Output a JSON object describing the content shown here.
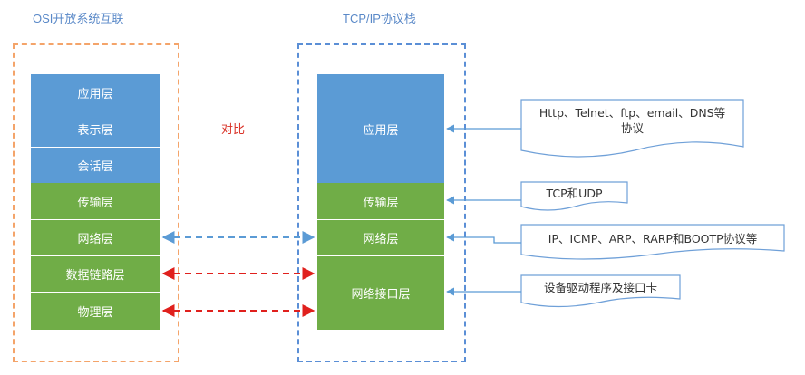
{
  "osi": {
    "title": "OSI开放系统互联",
    "layers": [
      "应用层",
      "表示层",
      "会话层",
      "传输层",
      "网络层",
      "数据链路层",
      "物理层"
    ]
  },
  "tcpip": {
    "title": "TCP/IP协议栈",
    "layers": [
      "应用层",
      "传输层",
      "网络层",
      "网络接口层"
    ]
  },
  "compare_label": "对比",
  "notes": {
    "app": [
      "Http、Telnet、ftp、email、DNS等",
      "协议"
    ],
    "transport": "TCP和UDP",
    "network": "IP、ICMP、ARP、RARP和BOOTP协议等",
    "link": "设备驱动程序及接口卡"
  },
  "colors": {
    "upper_layer": "#5b9bd5",
    "lower_layer": "#70ad47",
    "osi_frame": "#f4a46a",
    "tcpip_frame": "#5b8fd6",
    "blue_arrow": "#5b9bd5",
    "red_arrow": "#e0201d"
  }
}
